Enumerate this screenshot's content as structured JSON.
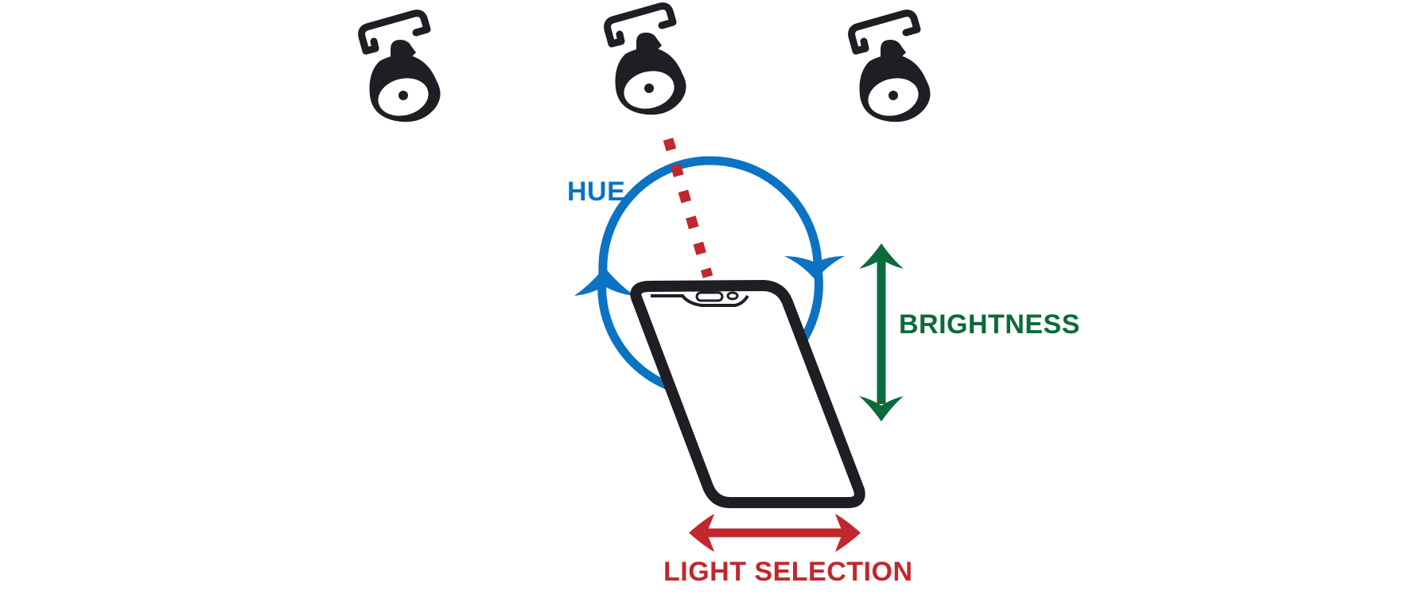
{
  "labels": {
    "hue": "HUE",
    "brightness": "BRIGHTNESS",
    "light_selection": "LIGHT SELECTION"
  },
  "colors": {
    "hue": "#0a73c4",
    "brightness": "#0b6b3a",
    "light_selection": "#c1272d",
    "ink": "#1e1e24"
  },
  "icons": [
    "lamp-icon",
    "lamp-icon",
    "lamp-icon",
    "smartphone-icon",
    "circular-arrow-icon",
    "vertical-arrow-icon",
    "horizontal-arrow-icon"
  ]
}
